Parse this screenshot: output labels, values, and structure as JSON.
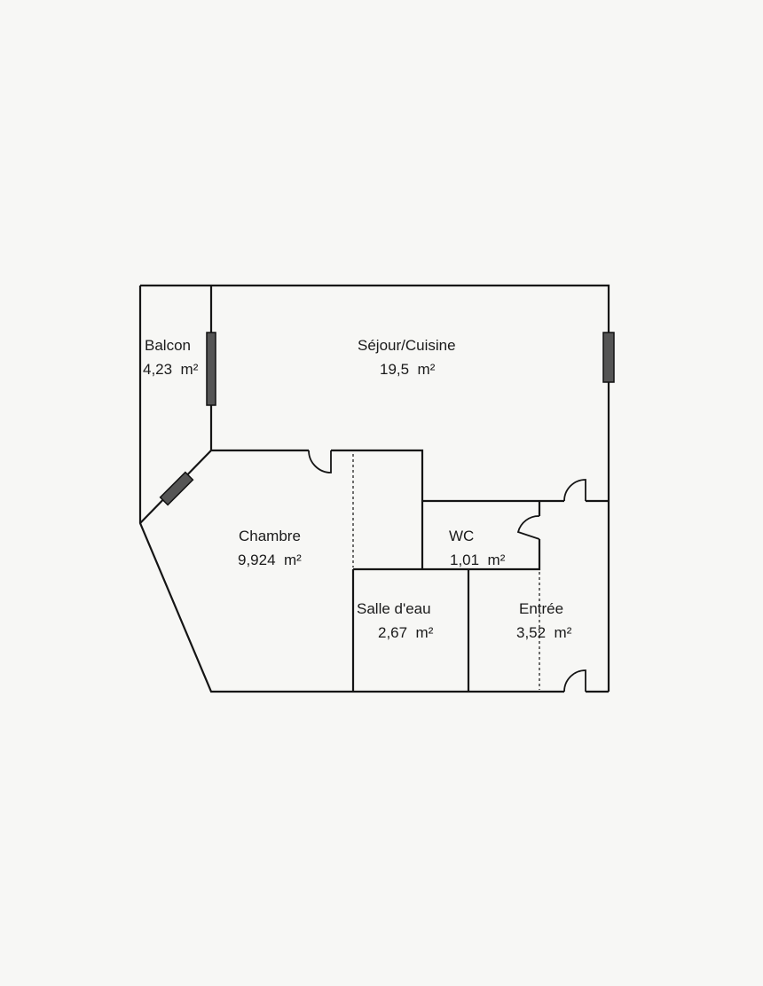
{
  "rooms": [
    {
      "id": "balcon",
      "name": "Balcon",
      "area": "4,23  m²"
    },
    {
      "id": "sejour",
      "name": "Séjour/Cuisine",
      "area": "19,5  m²"
    },
    {
      "id": "chambre",
      "name": "Chambre",
      "area": "9,924  m²"
    },
    {
      "id": "wc",
      "name": "WC",
      "area": "1,01  m²"
    },
    {
      "id": "salle-eau",
      "name": "Salle d'eau",
      "area": "2,67  m²"
    },
    {
      "id": "entree",
      "name": "Entrée",
      "area": "3,52  m²"
    }
  ],
  "colors": {
    "wall": "#151515",
    "window": "#555555",
    "background": "#f7f7f5"
  }
}
